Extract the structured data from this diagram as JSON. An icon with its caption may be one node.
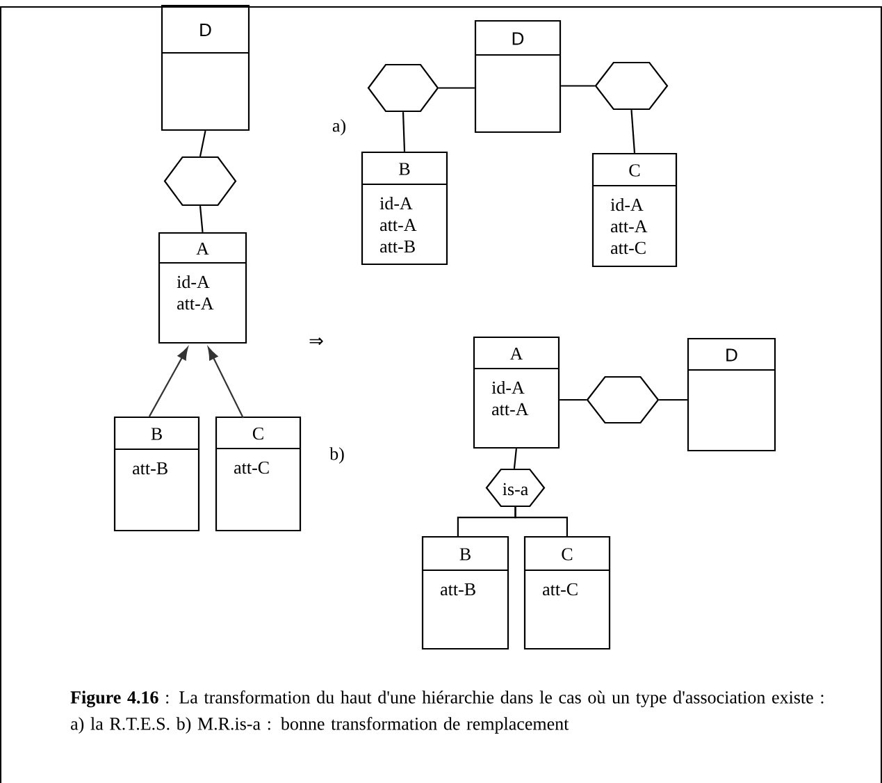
{
  "diagram": {
    "caption": "**Figure 4.16** : La transformation du haut d'une hiérarchie dans le cas où un type d'association existe : a) la R.T.E.S. b) M.R.is-a : bonne transformation de remplacement",
    "nodes": [
      {
        "text": [
          "D"
        ]
      },
      {
        "text": [],
        "shape": "hexagon"
      },
      {
        "text": [
          "A",
          "id-A",
          "att-A"
        ]
      },
      {
        "text": [
          "B",
          "att-B"
        ]
      },
      {
        "text": [
          "C",
          "att-C"
        ]
      },
      {
        "text": [],
        "shape": "hexagon"
      },
      {
        "text": [
          "D"
        ]
      },
      {
        "text": [],
        "shape": "hexagon"
      },
      {
        "text": [
          "B",
          "id-A",
          "att-A",
          "att-B"
        ]
      },
      {
        "text": [
          "C",
          "id-A",
          "att-A",
          "att-C"
        ]
      },
      {
        "text": [
          "A",
          "id-A",
          "att-A"
        ]
      },
      {
        "text": [],
        "shape": "hexagon"
      },
      {
        "text": [
          "D"
        ]
      },
      {
        "text": [
          "is-a"
        ]
      },
      {
        "text": [
          "B",
          "att-B"
        ]
      },
      {
        "text": [
          "C",
          "att-C"
        ]
      }
    ],
    "edges": [
      {
        "from": 0,
        "to": 1,
        "arrow": "none"
      },
      {
        "from": 1,
        "to": 2,
        "arrow": "none"
      },
      {
        "from": 3,
        "to": 2,
        "arrow": "to"
      },
      {
        "from": 4,
        "to": 2,
        "arrow": "to"
      },
      {
        "from": 5,
        "to": 6,
        "arrow": "none"
      },
      {
        "from": 6,
        "to": 7,
        "arrow": "none"
      },
      {
        "from": 5,
        "to": 8,
        "arrow": "none"
      },
      {
        "from": 7,
        "to": 9,
        "arrow": "none"
      },
      {
        "from": 10,
        "to": 11,
        "arrow": "none"
      },
      {
        "from": 11,
        "to": 12,
        "arrow": "none"
      },
      {
        "from": 10,
        "to": 13,
        "arrow": "none"
      },
      {
        "from": 13,
        "to": 14,
        "arrow": "none"
      },
      {
        "from": 13,
        "to": 15,
        "arrow": "none"
      }
    ],
    "labels": [
      "a)",
      "⇒",
      "b)"
    ]
  }
}
